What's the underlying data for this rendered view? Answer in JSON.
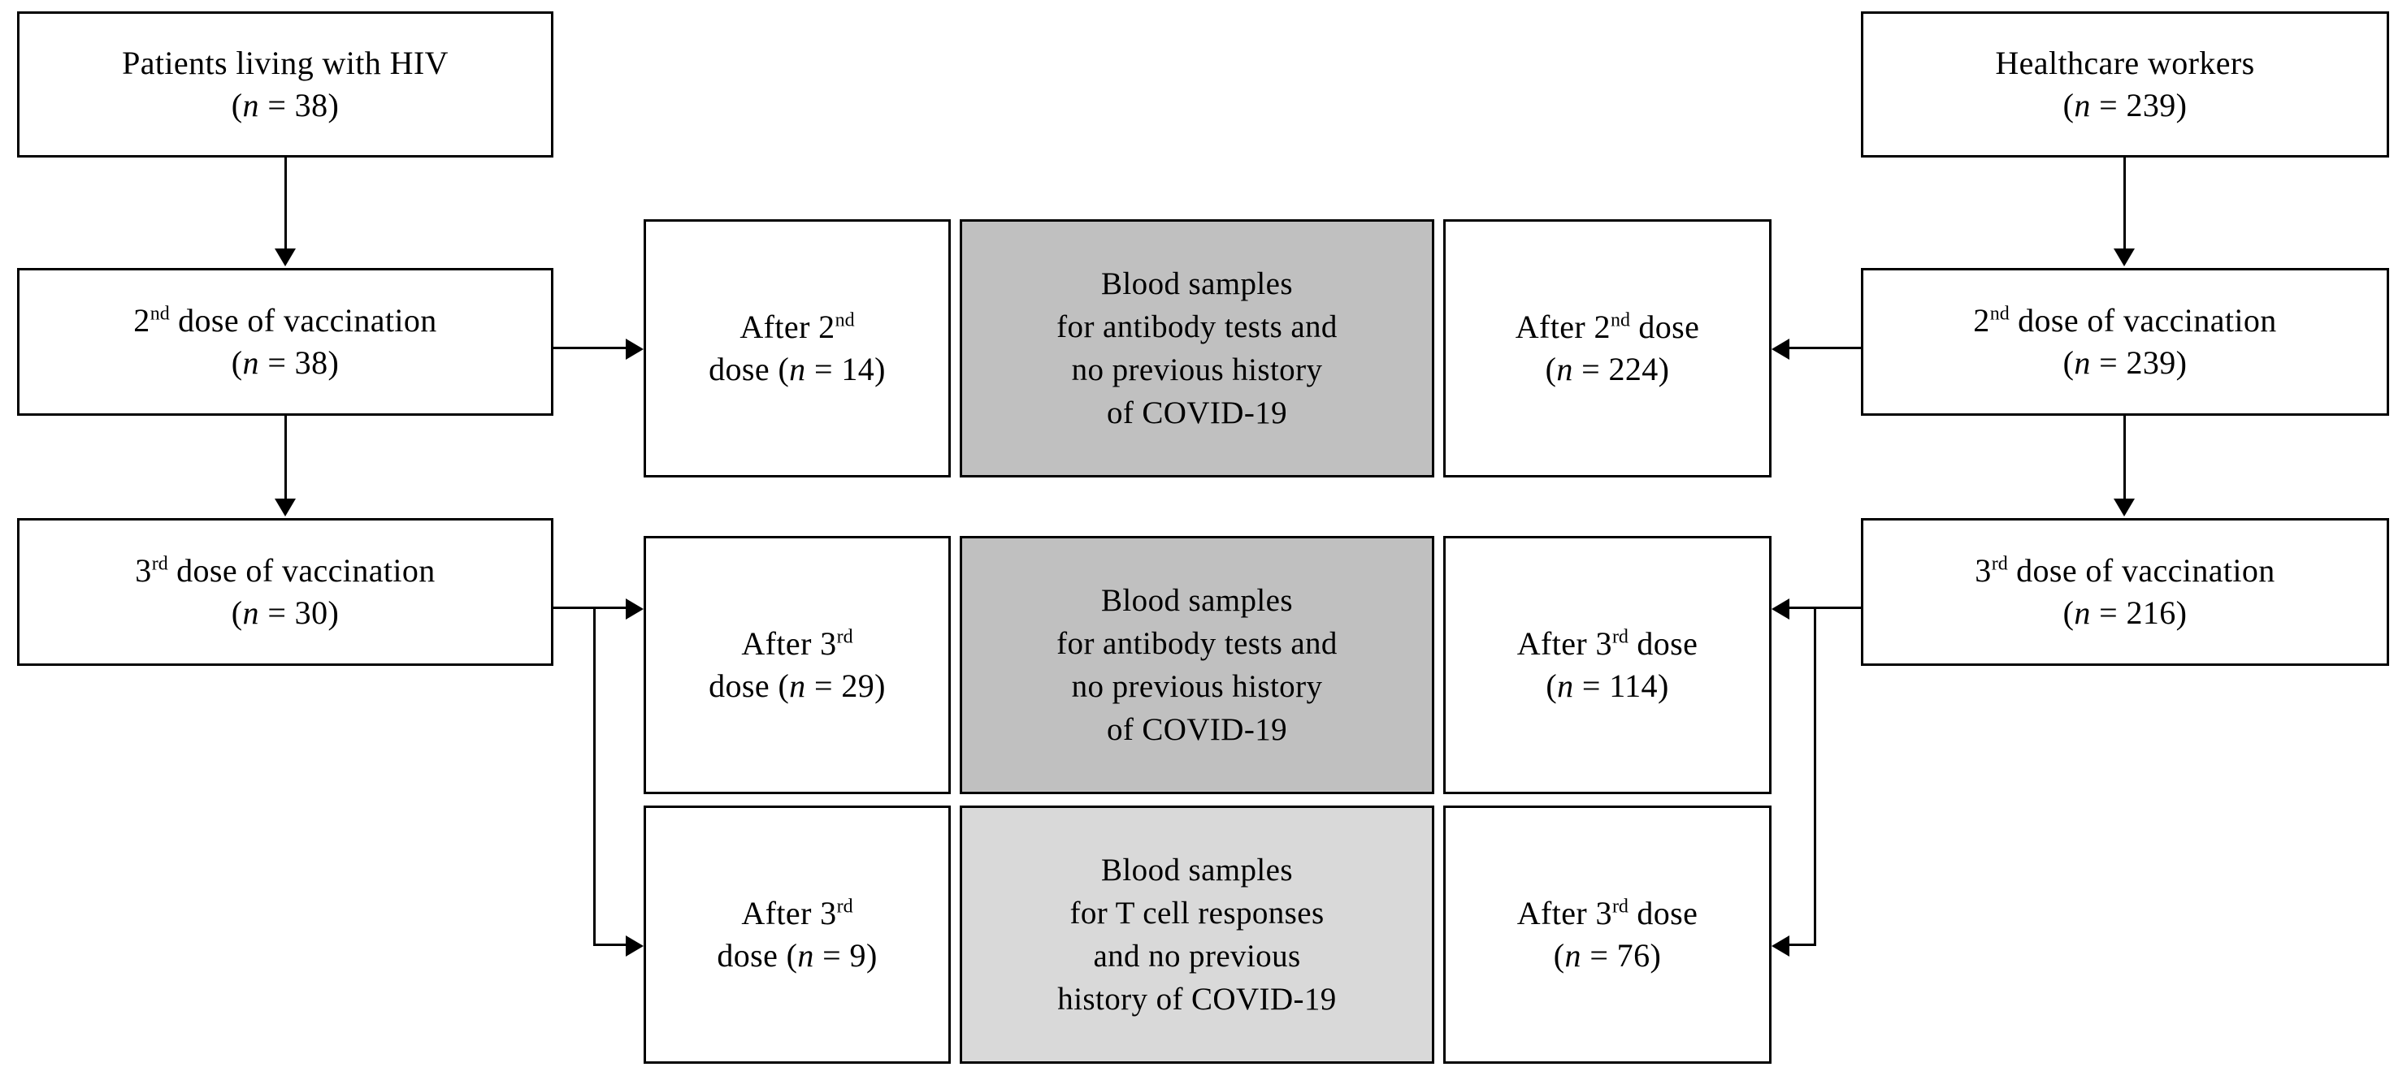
{
  "diagram": {
    "type": "flowchart",
    "background_color": "#ffffff",
    "line_color": "#000000",
    "shade_dark_color": "#c0c0c0",
    "shade_light_color": "#d9d9d9",
    "nodes": {
      "plwh_cohort": {
        "line1": "Patients living  with HIV",
        "line2_pre": "(",
        "line2_var": "n",
        "line2_post": " = 38)"
      },
      "plwh_dose2": {
        "line1_pre": "2",
        "line1_sup": "nd",
        "line1_post": " dose of vaccination",
        "line2_pre": "(",
        "line2_var": "n",
        "line2_post": " = 38)"
      },
      "plwh_dose3": {
        "line1_pre": "3",
        "line1_sup": "rd",
        "line1_post": " dose of vaccination",
        "line2_pre": "(",
        "line2_var": "n",
        "line2_post": " = 30)"
      },
      "plwh_after2": {
        "line1_pre": "After  2",
        "line1_sup": "nd",
        "line1_post": "",
        "line2_pre": "dose (",
        "line2_var": "n",
        "line2_post": " = 14)"
      },
      "plwh_after3_ab": {
        "line1_pre": "After  3",
        "line1_sup": "rd",
        "line1_post": "",
        "line2_pre": "dose (",
        "line2_var": "n",
        "line2_post": " = 29)"
      },
      "plwh_after3_tcell": {
        "line1_pre": "After  3",
        "line1_sup": "rd",
        "line1_post": "",
        "line2_pre": "dose (",
        "line2_var": "n",
        "line2_post": " = 9)"
      },
      "antibody_box_2nd": {
        "line1": "Blood samples",
        "line2": "for antibody tests and",
        "line3": "no previous  history",
        "line4": "of COVID-19"
      },
      "antibody_box_3rd": {
        "line1": "Blood samples",
        "line2": "for antibody tests and",
        "line3": "no previous  history",
        "line4": "of COVID-19"
      },
      "tcell_box": {
        "line1": "Blood samples",
        "line2": "for T cell responses",
        "line3": "and no previous",
        "line4": "history  of COVID-19"
      },
      "hcw_after2": {
        "line1_pre": "After 2",
        "line1_sup": "nd",
        "line1_post": " dose",
        "line2_pre": "(",
        "line2_var": "n",
        "line2_post": " = 224)"
      },
      "hcw_after3_ab": {
        "line1_pre": "After  3",
        "line1_sup": "rd",
        "line1_post": " dose",
        "line2_pre": "(",
        "line2_var": "n",
        "line2_post": " = 114)"
      },
      "hcw_after3_tcell": {
        "line1_pre": "After  3",
        "line1_sup": "rd",
        "line1_post": " dose",
        "line2_pre": "(",
        "line2_var": "n",
        "line2_post": " = 76)"
      },
      "hcw_cohort": {
        "line1": "Healthcare workers",
        "line2_pre": "(",
        "line2_var": "n",
        "line2_post": " = 239)"
      },
      "hcw_dose2": {
        "line1_pre": "2",
        "line1_sup": "nd",
        "line1_post": " dose of vaccination",
        "line2_pre": "(",
        "line2_var": "n",
        "line2_post": " = 239)"
      },
      "hcw_dose3": {
        "line1_pre": "3",
        "line1_sup": "rd",
        "line1_post": " dose of vaccination",
        "line2_pre": "(",
        "line2_var": "n",
        "line2_post": " = 216)"
      }
    }
  }
}
